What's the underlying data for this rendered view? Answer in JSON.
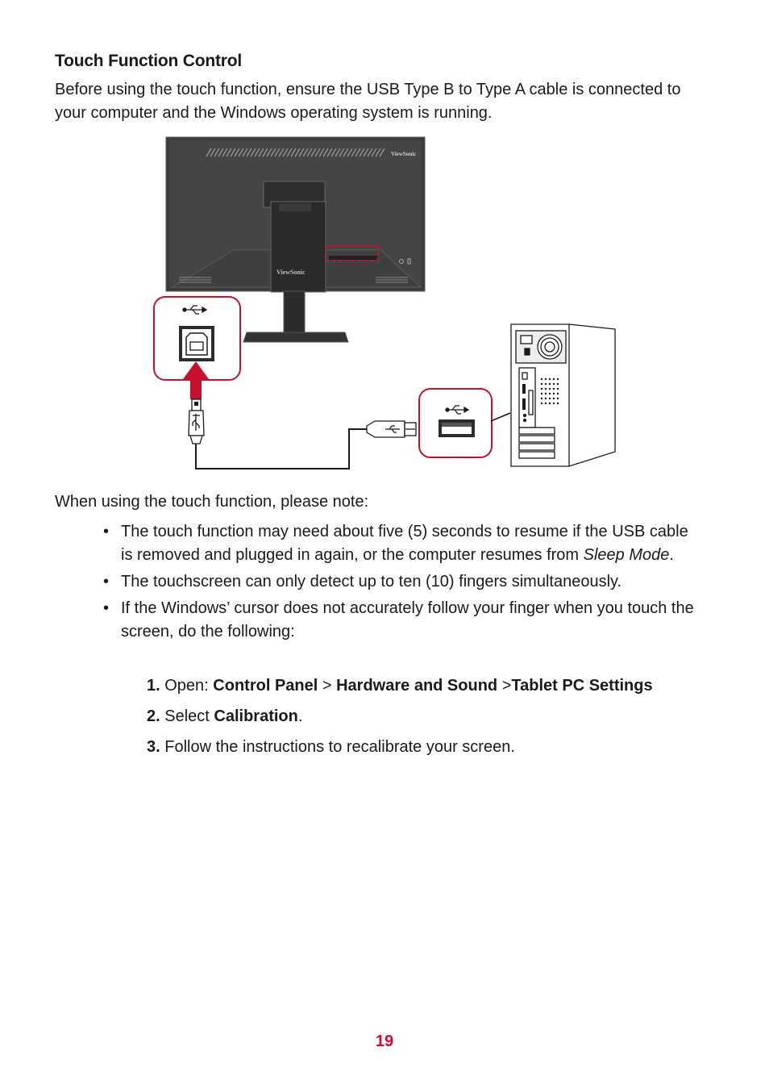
{
  "heading": "Touch Function Control",
  "intro": "Before using the touch function, ensure the USB Type B to Type A cable is connected to your computer and the Windows operating system is running.",
  "figure": {
    "monitor_logo_top": "ViewSonic",
    "monitor_logo_stand": "ViewSonic",
    "accent_color": "#c8102e"
  },
  "note_intro": "When using the touch function, please note:",
  "bullets": {
    "b1": {
      "text": "The touch function may need about five (5) seconds to resume if the USB cable is removed and plugged in again, or the computer resumes from ",
      "emph": "Sleep Mode",
      "end": "."
    },
    "b2": {
      "text": "The touchscreen can only detect up to ten (10) fingers simultaneously."
    },
    "b3": {
      "text": "If the Windows’ cursor does not accurately follow your finger when you touch the screen, do the following:"
    }
  },
  "steps": {
    "s1": {
      "num": "1.",
      "prefix": " Open: ",
      "p1": "Control Panel",
      "sep1": " > ",
      "p2": "Hardware and Sound",
      "sep2": " >",
      "p3": "Tablet PC Settings"
    },
    "s2": {
      "num": "2.",
      "prefix": " Select ",
      "bold": "Calibration",
      "end": "."
    },
    "s3": {
      "num": "3.",
      "text": " Follow the instructions to recalibrate your screen."
    }
  },
  "page_number": "19",
  "bullet_symbol": "•"
}
